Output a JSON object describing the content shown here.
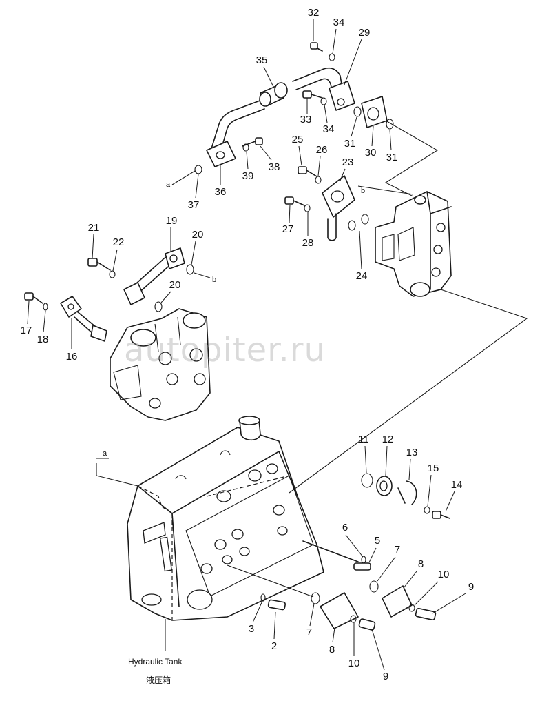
{
  "caption": {
    "title": "Hydraulic Tank",
    "title_cn": "液压箱"
  },
  "watermark": "autopiter.ru",
  "connection_marks": {
    "a": "a",
    "b": "b"
  },
  "callouts": [
    "32",
    "34",
    "29",
    "35",
    "33",
    "34",
    "31",
    "30",
    "31",
    "25",
    "26",
    "23",
    "38",
    "39",
    "36",
    "37",
    "27",
    "28",
    "24",
    "21",
    "22",
    "19",
    "20",
    "20",
    "17",
    "18",
    "16",
    "11",
    "12",
    "13",
    "15",
    "14",
    "6",
    "5",
    "7",
    "8",
    "10",
    "9",
    "3",
    "2",
    "7",
    "8",
    "10",
    "9"
  ],
  "colors": {
    "line": "#1a1a1a",
    "background": "#ffffff",
    "watermark": "#969696"
  }
}
